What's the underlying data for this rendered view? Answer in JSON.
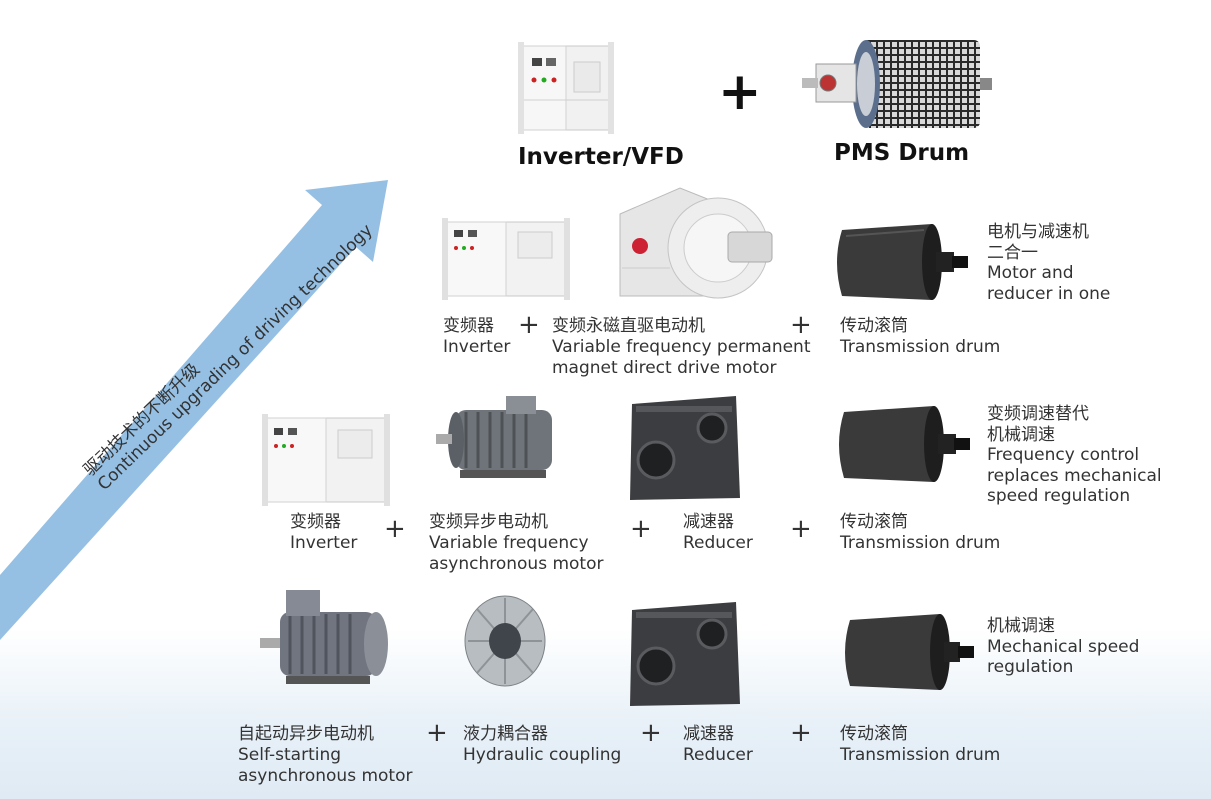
{
  "arrow": {
    "zh": "驱动技术的不断升级",
    "en": "Continuous upgrading of driving technology",
    "color": "#8fbde3"
  },
  "top": {
    "left_caption": "Inverter/VFD",
    "right_caption": "PMS Drum",
    "plus": "+"
  },
  "rows": [
    {
      "items": [
        {
          "zh": "变频器",
          "en": [
            "Inverter"
          ]
        },
        {
          "zh": "变频永磁直驱电动机",
          "en": [
            "Variable frequency permanent",
            "magnet direct drive motor"
          ]
        },
        {
          "zh": "传动滚筒",
          "en": [
            "Transmission drum"
          ]
        }
      ],
      "note": [
        "电机与减速机",
        "二合一",
        "Motor and",
        "reducer in one"
      ]
    },
    {
      "items": [
        {
          "zh": "变频器",
          "en": [
            "Inverter"
          ]
        },
        {
          "zh": "变频异步电动机",
          "en": [
            "Variable frequency",
            "asynchronous motor"
          ]
        },
        {
          "zh": "减速器",
          "en": [
            "Reducer"
          ]
        },
        {
          "zh": "传动滚筒",
          "en": [
            "Transmission drum"
          ]
        }
      ],
      "note": [
        "变频调速替代",
        "机械调速",
        "Frequency control",
        "replaces mechanical",
        "speed regulation"
      ]
    },
    {
      "items": [
        {
          "zh": "自起动异步电动机",
          "en": [
            "Self-starting",
            "asynchronous motor"
          ]
        },
        {
          "zh": "液力耦合器",
          "en": [
            "Hydraulic coupling"
          ]
        },
        {
          "zh": "减速器",
          "en": [
            "Reducer"
          ]
        },
        {
          "zh": "传动滚筒",
          "en": [
            "Transmission drum"
          ]
        }
      ],
      "note": [
        "机械调速",
        "Mechanical speed",
        "regulation"
      ]
    }
  ],
  "plus": "+"
}
